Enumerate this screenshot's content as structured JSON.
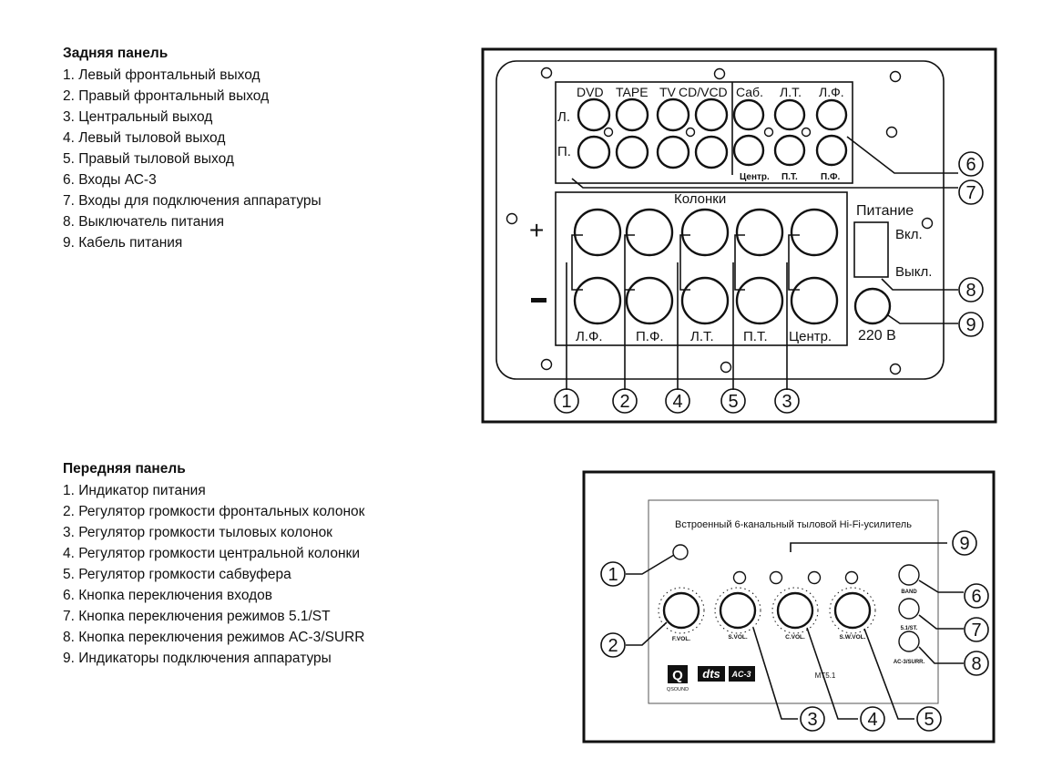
{
  "rear_panel": {
    "heading": "Задняя панель",
    "items": [
      "1. Левый фронтальный выход",
      "2. Правый фронтальный выход",
      "3. Центральный выход",
      "4. Левый тыловой выход",
      "5. Правый тыловой выход",
      "6. Входы АС-3",
      "7. Входы для подключения аппаратуры",
      "8. Выключатель питания",
      "9. Кабель питания"
    ],
    "diagram": {
      "source_labels": [
        "DVD",
        "TAPE",
        "TV",
        "CD/VCD"
      ],
      "ac3_top_labels": [
        "Саб.",
        "Л.Т.",
        "Л.Ф."
      ],
      "ac3_bottom_labels": [
        "Центр.",
        "П.Т.",
        "П.Ф."
      ],
      "row_left": "Л.",
      "row_right": "П.",
      "speakers_title": "Колонки",
      "plus": "+",
      "minus": "−",
      "speaker_labels": [
        "Л.Ф.",
        "П.Ф.",
        "Л.Т.",
        "П.Т.",
        "Центр."
      ],
      "power_title": "Питание",
      "power_on": "Вкл.",
      "power_off": "Выкл.",
      "voltage": "220 В",
      "callouts_bottom": [
        "1",
        "2",
        "4",
        "5",
        "3"
      ],
      "callouts_right": [
        "6",
        "7",
        "8",
        "9"
      ]
    }
  },
  "front_panel": {
    "heading": "Передняя панель",
    "items": [
      "1. Индикатор питания",
      "2. Регулятор громкости фронтальных колонок",
      "3. Регулятор громкости тыловых колонок",
      "4. Регулятор громкости центральной колонки",
      "5. Регулятор громкости сабвуфера",
      "6. Кнопка переключения входов",
      "7. Кнопка переключения режимов 5.1/ST",
      "8. Кнопка переключения режимов AC-3/SURR",
      "9. Индикаторы подключения аппаратуры"
    ],
    "diagram": {
      "title": "Встроенный 6-канальный тыловой Hi-Fi-усилитель",
      "knobs": [
        "F.VOL.",
        "S.VOL.",
        "C.VOL.",
        "S.W.VOL."
      ],
      "buttons": [
        "BAND",
        "5.1/ST.",
        "AC-3/SURR."
      ],
      "model": "MT5.1",
      "logo_q": "Q",
      "logo_qsound": "QSOUND",
      "logo_dts": "dts",
      "logo_ac3": "AC-3",
      "callouts": [
        "1",
        "2",
        "3",
        "4",
        "5",
        "6",
        "7",
        "8",
        "9"
      ]
    }
  }
}
